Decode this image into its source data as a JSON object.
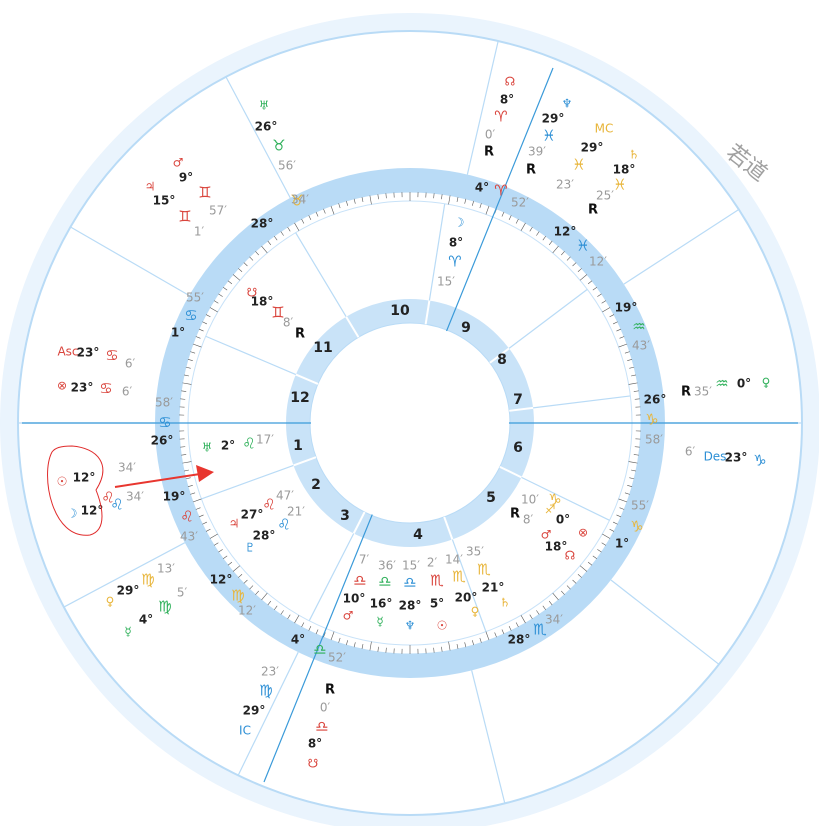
{
  "chart_title_text": "若道",
  "houses": [
    "1",
    "2",
    "3",
    "4",
    "5",
    "6",
    "7",
    "8",
    "9",
    "10",
    "11",
    "12"
  ],
  "sign_ring": [
    {
      "deg": "28°",
      "min": "34′",
      "sign": "♉",
      "color": "#e8b53a"
    },
    {
      "deg": "4°",
      "min": "52′",
      "sign": "♈",
      "color": "#d9433b"
    },
    {
      "deg": "12°",
      "min": "12′",
      "sign": "♓",
      "color": "#2d8fd5"
    },
    {
      "deg": "19°",
      "min": "43′",
      "sign": "♒",
      "color": "#2fb05a"
    },
    {
      "deg": "26°",
      "min": "58′",
      "sign": "♑",
      "color": "#e8b53a"
    },
    {
      "deg": "1°",
      "min": "55′",
      "sign": "♑",
      "color": "#e8b53a"
    },
    {
      "deg": "28°",
      "min": "34′",
      "sign": "♏",
      "color": "#2d8fd5"
    },
    {
      "deg": "4°",
      "min": "52′",
      "sign": "♎",
      "color": "#2fb05a"
    },
    {
      "deg": "12°",
      "min": "12′",
      "sign": "♍",
      "color": "#e8b53a"
    },
    {
      "deg": "19°",
      "min": "43′",
      "sign": "♌",
      "color": "#d9433b"
    },
    {
      "deg": "26°",
      "min": "58′",
      "sign": "♋",
      "color": "#2d8fd5"
    },
    {
      "deg": "1°",
      "min": "55′",
      "sign": "♋",
      "color": "#2d8fd5"
    }
  ],
  "points": [
    {
      "name": "asc",
      "label": "Asc",
      "deg": "23°",
      "sign": "♋",
      "min": "6′",
      "color": "#d9433b"
    },
    {
      "name": "pof",
      "glyph": "⊗",
      "deg": "23°",
      "sign": "♋",
      "min": "6′",
      "color": "#d9433b"
    },
    {
      "name": "sun",
      "glyph": "☉",
      "deg": "12°",
      "sign": "♌",
      "min": "34′",
      "color": "#d9433b"
    },
    {
      "name": "moon",
      "glyph": "☽",
      "deg": "12°",
      "sign": "♌",
      "min": "34′",
      "color": "#2d8fd5"
    },
    {
      "name": "mars",
      "glyph": "♂",
      "deg": "9°",
      "sign": "♊",
      "min": "57′",
      "color": "#d9433b"
    },
    {
      "name": "jupiter",
      "glyph": "♃",
      "deg": "15°",
      "sign": "♊",
      "min": "1′",
      "color": "#d9433b"
    },
    {
      "name": "uranus",
      "glyph": "♅",
      "deg": "26°",
      "sign": "♉",
      "min": "56′",
      "color": "#2fb05a"
    },
    {
      "name": "node-s",
      "glyph": "☊",
      "deg": "8°",
      "sign": "♈",
      "min": "0′",
      "color": "#d9433b",
      "retro": "R"
    },
    {
      "name": "neptune",
      "glyph": "♆",
      "deg": "29°",
      "sign": "♓",
      "min": "39′",
      "color": "#2d8fd5",
      "retro": "R"
    },
    {
      "name": "mc",
      "label": "MC",
      "deg": "29°",
      "sign": "♓",
      "min": "23′",
      "color": "#e8b53a"
    },
    {
      "name": "saturn",
      "glyph": "♄",
      "deg": "18°",
      "sign": "♓",
      "min": "25′",
      "color": "#e8b53a",
      "retro": "R"
    },
    {
      "name": "moon-i",
      "glyph": "☽",
      "deg": "8°",
      "sign": "♈",
      "min": "15′",
      "color": "#2d8fd5"
    },
    {
      "name": "node-i",
      "glyph": "☋",
      "deg": "18°",
      "sign": "♊",
      "min": "8′",
      "color": "#d9433b",
      "retro": "R"
    },
    {
      "name": "uranus-i",
      "glyph": "♅",
      "deg": "2°",
      "sign": "♌",
      "min": "17′",
      "color": "#2fb05a"
    },
    {
      "name": "jupiter-i",
      "glyph": "♃",
      "deg": "27°",
      "sign": "♌",
      "min": "47′",
      "color": "#d9433b"
    },
    {
      "name": "pluto-i",
      "glyph": "♇",
      "deg": "28°",
      "sign": "♌",
      "min": "21′",
      "color": "#2d8fd5"
    },
    {
      "name": "venus",
      "glyph": "♀",
      "deg": "29°",
      "sign": "♍",
      "min": "13′",
      "color": "#e8b53a"
    },
    {
      "name": "mercury",
      "glyph": "☿",
      "deg": "4°",
      "sign": "♍",
      "min": "5′",
      "color": "#2fb05a"
    },
    {
      "name": "ic",
      "label": "IC",
      "deg": "29°",
      "sign": "♍",
      "min": "23′",
      "color": "#2d8fd5"
    },
    {
      "name": "node-n",
      "glyph": "☋",
      "deg": "8°",
      "sign": "♎",
      "min": "0′",
      "color": "#d9433b",
      "retro": "R"
    },
    {
      "name": "mars-i",
      "glyph": "♂",
      "deg": "10°",
      "sign": "♎",
      "min": "7′",
      "color": "#d9433b"
    },
    {
      "name": "mercury-i",
      "glyph": "☿",
      "deg": "16°",
      "sign": "♎",
      "min": "36′",
      "color": "#2fb05a"
    },
    {
      "name": "neptune-i",
      "glyph": "♆",
      "deg": "28°",
      "sign": "♎",
      "min": "15′",
      "color": "#2d8fd5"
    },
    {
      "name": "sun-i",
      "glyph": "☉",
      "deg": "5°",
      "sign": "♏",
      "min": "2′",
      "color": "#d9433b"
    },
    {
      "name": "venus-i",
      "glyph": "♀",
      "deg": "20°",
      "sign": "♏",
      "min": "14′",
      "color": "#e8b53a"
    },
    {
      "name": "saturn-i",
      "glyph": "♄",
      "deg": "21°",
      "sign": "♏",
      "min": "35′",
      "color": "#e8b53a"
    },
    {
      "name": "des",
      "label": "Des",
      "deg": "23°",
      "sign": "♑",
      "min": "6′",
      "color": "#2d8fd5"
    },
    {
      "name": "venus-o",
      "glyph": "♀",
      "deg": "0°",
      "sign": "♒",
      "min": "35′",
      "color": "#2fb05a",
      "retro": "R"
    },
    {
      "name": "pof-o",
      "glyph": "⊗",
      "deg": "",
      "sign": "",
      "min": "",
      "color": "#d9433b"
    },
    {
      "name": "chiron",
      "glyph": "♐",
      "deg": "0°",
      "sign": "♑",
      "min": "10′",
      "color": "#e8b53a",
      "retro": "R"
    },
    {
      "name": "mars-o",
      "glyph": "♂",
      "deg": "18°",
      "sign": "♐",
      "min": "8′",
      "color": "#d9433b"
    },
    {
      "name": "node-o",
      "glyph": "☊",
      "deg": "",
      "sign": "",
      "min": "",
      "color": "#d9433b"
    }
  ]
}
